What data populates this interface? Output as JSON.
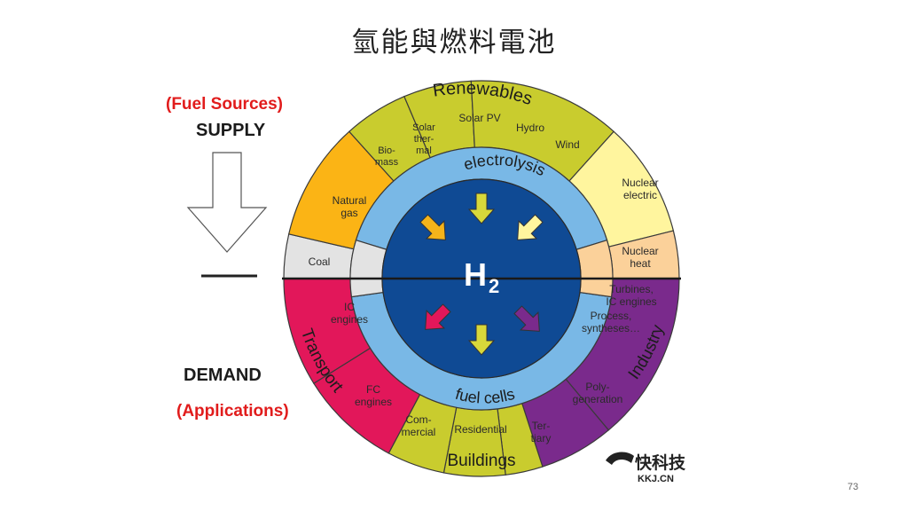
{
  "slide": {
    "title": "氫能與燃料電池",
    "fuel_sources": "(Fuel Sources)",
    "supply": "SUPPLY",
    "demand": "DEMAND",
    "applications": "(Applications)",
    "page_number": "73"
  },
  "diagram": {
    "center": {
      "main": "H",
      "sub": "2"
    },
    "inner_top": "electrolysis",
    "inner_bottom": "fuel cells",
    "group_renewables": "Renewables",
    "group_transport": "Transport",
    "group_industry": "Industry",
    "group_buildings": "Buildings",
    "sectors": {
      "coal": "Coal",
      "natural_gas": [
        "Natural",
        "gas"
      ],
      "biomass": [
        "Bio-",
        "mass"
      ],
      "solar_thermal": [
        "Solar",
        "ther-",
        "mal"
      ],
      "solar_pv": "Solar PV",
      "hydro": "Hydro",
      "wind": "Wind",
      "nuclear_electric": [
        "Nuclear",
        "electric"
      ],
      "nuclear_heat": [
        "Nuclear",
        "heat"
      ],
      "turbines": [
        "Turbines,",
        "IC engines"
      ],
      "process": [
        "Process,",
        "syntheses…"
      ],
      "polygeneration": [
        "Poly-",
        "generation"
      ],
      "tertiary": [
        "Ter-",
        "tiary"
      ],
      "residential": "Residential",
      "commercial": [
        "Com-",
        "mercial"
      ],
      "fc_engines": [
        "FC",
        "engines"
      ],
      "ic_engines": [
        "IC",
        "engines"
      ]
    },
    "colors": {
      "renewables": "#c9cc2e",
      "natural_gas": "#fbb415",
      "coal": "#e3e3e3",
      "nuclear_electric": "#fff59e",
      "nuclear_heat": "#fbd19a",
      "industry": "#7a2a8c",
      "transport": "#e2175a",
      "buildings": "#c9cc2e",
      "ring_blue": "#79b8e6",
      "core": "#0f4a94"
    }
  },
  "watermark": {
    "brand_cn": "快科技",
    "brand_en": "KKJ.CN"
  }
}
